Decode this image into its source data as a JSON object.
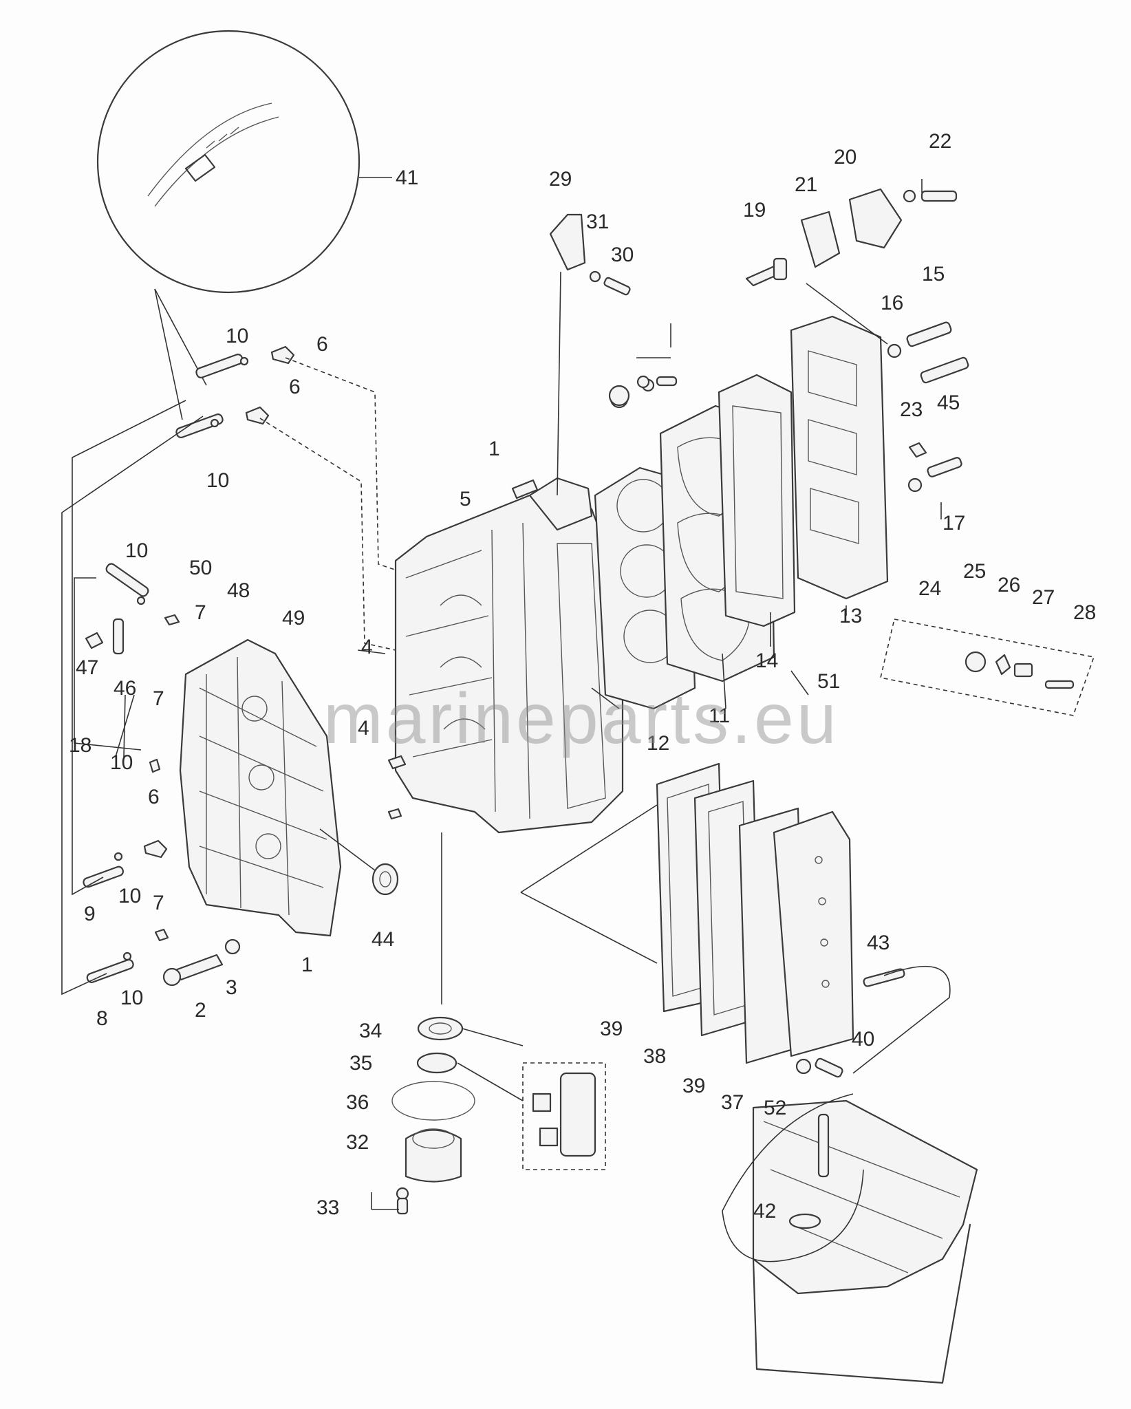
{
  "watermark": "marineparts.eu",
  "colors": {
    "line": "#3a3a3a",
    "watermark": "#8a8a8a",
    "background": "#fdfdfd"
  },
  "callouts": [
    {
      "id": "c1a",
      "label": "1"
    },
    {
      "id": "c1b",
      "label": "1"
    },
    {
      "id": "c2",
      "label": "2"
    },
    {
      "id": "c3",
      "label": "3"
    },
    {
      "id": "c4a",
      "label": "4"
    },
    {
      "id": "c4b",
      "label": "4"
    },
    {
      "id": "c5",
      "label": "5"
    },
    {
      "id": "c6a",
      "label": "6"
    },
    {
      "id": "c6b",
      "label": "6"
    },
    {
      "id": "c6c",
      "label": "6"
    },
    {
      "id": "c7a",
      "label": "7"
    },
    {
      "id": "c7b",
      "label": "7"
    },
    {
      "id": "c7c",
      "label": "7"
    },
    {
      "id": "c8",
      "label": "8"
    },
    {
      "id": "c9",
      "label": "9"
    },
    {
      "id": "c10a",
      "label": "10"
    },
    {
      "id": "c10b",
      "label": "10"
    },
    {
      "id": "c10c",
      "label": "10"
    },
    {
      "id": "c10d",
      "label": "10"
    },
    {
      "id": "c10e",
      "label": "10"
    },
    {
      "id": "c10f",
      "label": "10"
    },
    {
      "id": "c11",
      "label": "11"
    },
    {
      "id": "c12",
      "label": "12"
    },
    {
      "id": "c13",
      "label": "13"
    },
    {
      "id": "c14",
      "label": "14"
    },
    {
      "id": "c15",
      "label": "15"
    },
    {
      "id": "c16",
      "label": "16"
    },
    {
      "id": "c17",
      "label": "17"
    },
    {
      "id": "c18",
      "label": "18"
    },
    {
      "id": "c19",
      "label": "19"
    },
    {
      "id": "c20",
      "label": "20"
    },
    {
      "id": "c21",
      "label": "21"
    },
    {
      "id": "c22",
      "label": "22"
    },
    {
      "id": "c23",
      "label": "23"
    },
    {
      "id": "c24",
      "label": "24"
    },
    {
      "id": "c25",
      "label": "25"
    },
    {
      "id": "c26",
      "label": "26"
    },
    {
      "id": "c27",
      "label": "27"
    },
    {
      "id": "c28",
      "label": "28"
    },
    {
      "id": "c29",
      "label": "29"
    },
    {
      "id": "c30",
      "label": "30"
    },
    {
      "id": "c31",
      "label": "31"
    },
    {
      "id": "c32",
      "label": "32"
    },
    {
      "id": "c33",
      "label": "33"
    },
    {
      "id": "c34",
      "label": "34"
    },
    {
      "id": "c35",
      "label": "35"
    },
    {
      "id": "c36",
      "label": "36"
    },
    {
      "id": "c37",
      "label": "37"
    },
    {
      "id": "c38",
      "label": "38"
    },
    {
      "id": "c39a",
      "label": "39"
    },
    {
      "id": "c39b",
      "label": "39"
    },
    {
      "id": "c40",
      "label": "40"
    },
    {
      "id": "c41",
      "label": "41"
    },
    {
      "id": "c42",
      "label": "42"
    },
    {
      "id": "c43",
      "label": "43"
    },
    {
      "id": "c44",
      "label": "44"
    },
    {
      "id": "c45",
      "label": "45"
    },
    {
      "id": "c46",
      "label": "46"
    },
    {
      "id": "c47",
      "label": "47"
    },
    {
      "id": "c48",
      "label": "48"
    },
    {
      "id": "c49",
      "label": "49"
    },
    {
      "id": "c50",
      "label": "50"
    },
    {
      "id": "c51",
      "label": "51"
    },
    {
      "id": "c52",
      "label": "52"
    }
  ]
}
